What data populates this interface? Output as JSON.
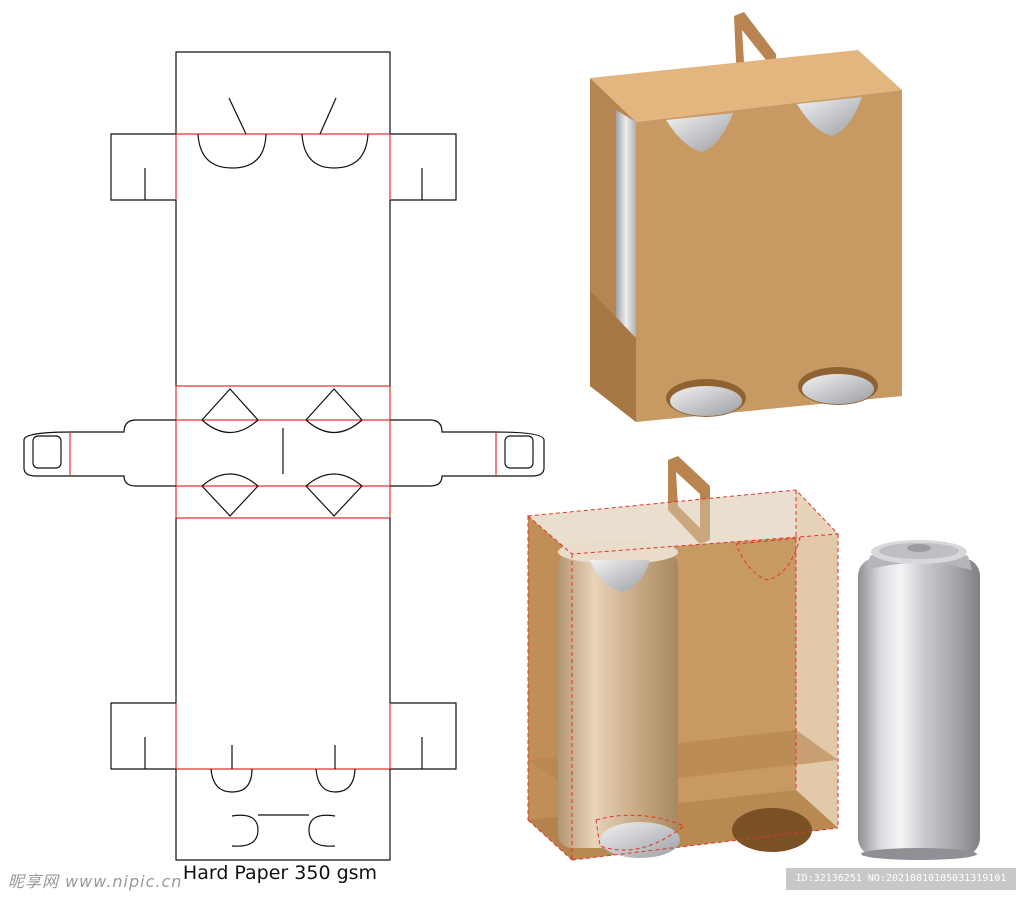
{
  "caption": "Hard Paper 350 gsm",
  "watermark": "昵享网 www.nipic.cn",
  "image_id": "ID:32136251 NO:20210810105031319101",
  "colors": {
    "outline": "#111111",
    "fold_line": "#e0342a",
    "kraft_front": "#c89a63",
    "kraft_side": "#b1804b",
    "kraft_top": "#deb07a",
    "kraft_dark": "#8f6233",
    "can_silver": "#c9cbcf",
    "can_shadow": "#8e9095"
  },
  "icons": [
    "dieline-diagram",
    "closed-box-mockup",
    "open-box-mockup",
    "aluminum-can"
  ]
}
